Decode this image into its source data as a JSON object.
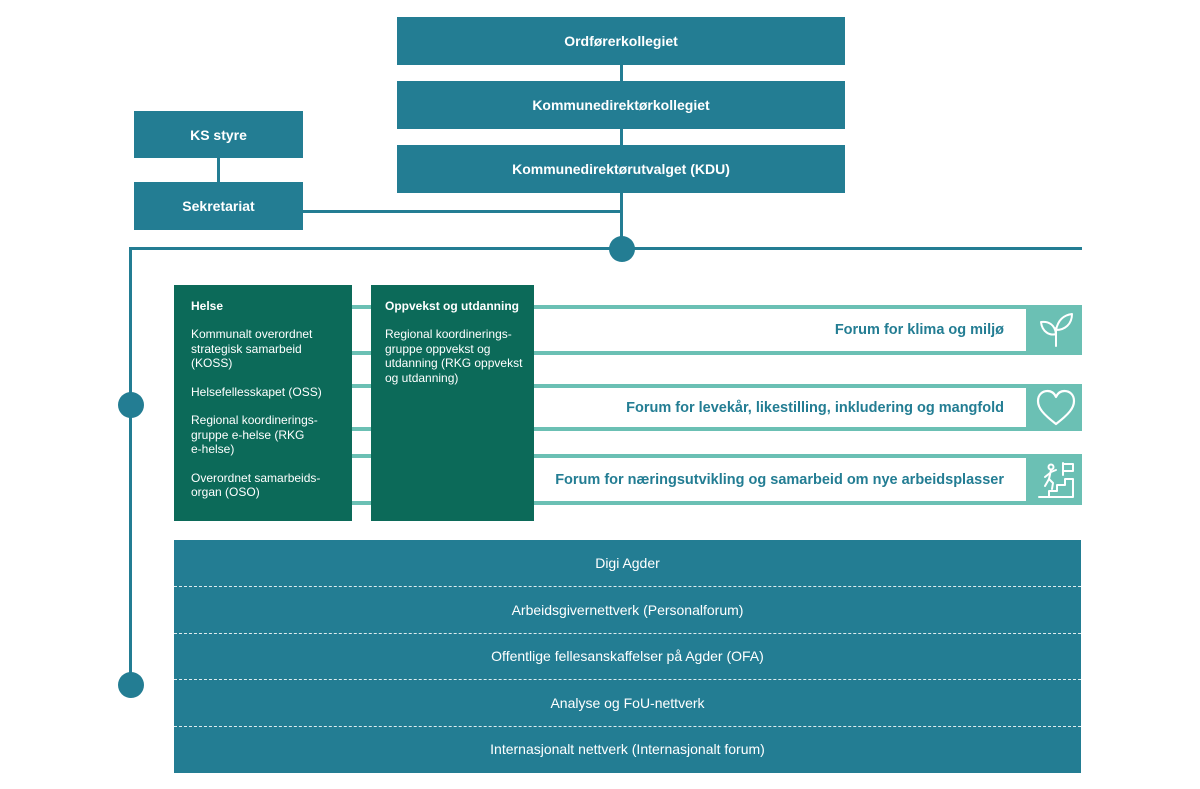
{
  "top": {
    "ordforer": "Ordførerkollegiet",
    "kommunedirektor": "Kommunedirektørkollegiet",
    "kdu": "Kommunedirektørutvalget (KDU)"
  },
  "ks": {
    "styre": "KS styre",
    "sekretariat": "Sekretariat"
  },
  "helse": {
    "title": "Helse",
    "items": [
      "Kommunalt overordnet\nstrategisk samarbeid\n(KOSS)",
      "Helsefellesskapet (OSS)",
      "Regional koordinerings-\ngruppe e-helse (RKG\ne-helse)",
      "Overordnet samarbeids-\norgan (OSO)"
    ]
  },
  "oppvekst": {
    "title": "Oppvekst og utdanning",
    "items": [
      "Regional koordinerings-\ngruppe oppvekst og\nutdanning (RKG oppvekst\nog utdanning)"
    ]
  },
  "forums": [
    {
      "label": "Forum for klima og miljø",
      "icon": "leaf-icon"
    },
    {
      "label": "Forum for levekår, likestilling, inkludering og mangfold",
      "icon": "heart-icon"
    },
    {
      "label": "Forum for næringsutvikling og samarbeid om nye arbeidsplasser",
      "icon": "climber-flag-icon"
    }
  ],
  "networks": [
    "Digi Agder",
    "Arbeidsgivernettverk (Personalforum)",
    "Offentlige fellesanskaffelser på Agder (OFA)",
    "Analyse og FoU-nettverk",
    "Internasjonalt nettverk (Internasjonalt forum)"
  ],
  "colors": {
    "teal": "#237d93",
    "dark_green": "#0c6a59",
    "light_teal": "#6bc0b4"
  }
}
